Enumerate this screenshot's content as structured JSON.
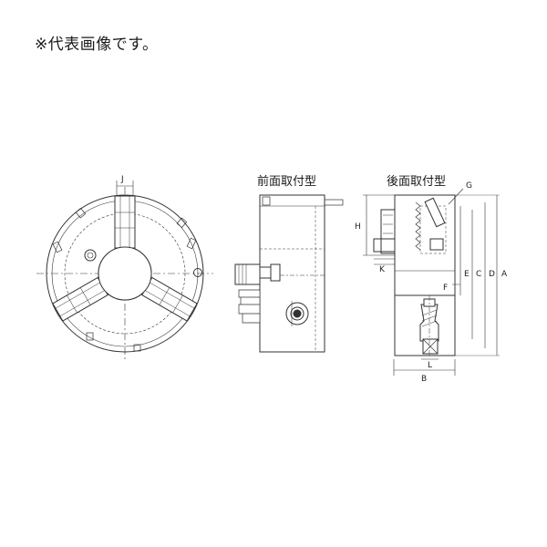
{
  "note": "※代表画像です。",
  "views": {
    "front_mount": "前面取付型",
    "rear_mount": "後面取付型"
  },
  "dimensions": {
    "A": "A",
    "B": "B",
    "C": "C",
    "D": "D",
    "E": "E",
    "F": "F",
    "G": "G",
    "H": "H",
    "J": "J",
    "K": "K",
    "L": "L"
  },
  "colors": {
    "line": "#333333",
    "fill": "#ffffff"
  }
}
